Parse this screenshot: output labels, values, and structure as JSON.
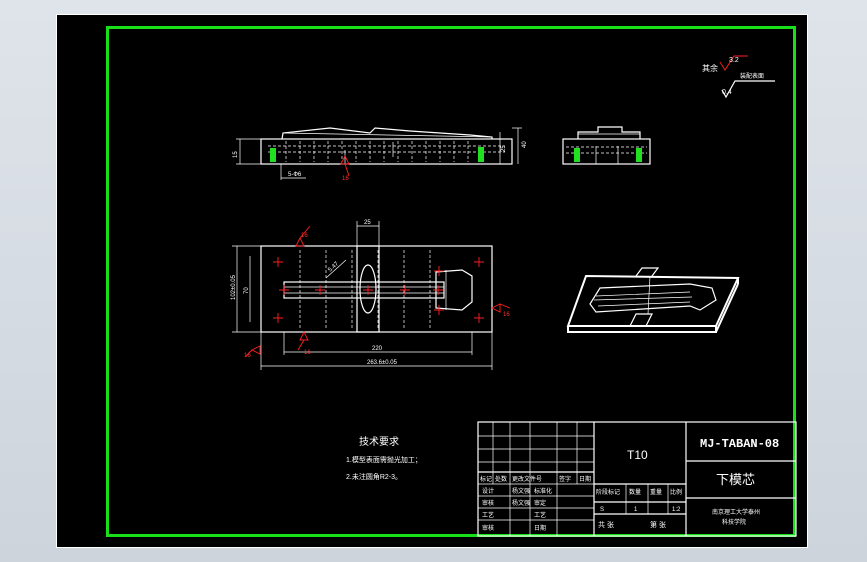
{
  "roughness": {
    "general_label": "其余",
    "general_value": "3.2",
    "fit_label": "装配表面",
    "fit_value": "0.4"
  },
  "dimensions": {
    "front_height_left": "15",
    "front_height_right": "40",
    "front_height_mid": "25",
    "front_detail": "5-Ф6",
    "top_slot_width": "25",
    "top_height_a": "70",
    "top_height_b": "102±0.05",
    "top_angle": "5.47",
    "inner_length": "220",
    "overall_length": "263.6±0.05"
  },
  "roughness_marks": [
    "16",
    "16",
    "16",
    "16",
    "16"
  ],
  "technical_requirements": {
    "title": "技术要求",
    "items": [
      "1.模型表面需抛光加工；",
      "2.未注圆角R2-3。"
    ]
  },
  "title_block": {
    "material": "T10",
    "drawing_number": "MJ-TABAN-08",
    "part_name": "下模芯",
    "revision_headers": [
      "标记",
      "处数",
      "更改文件号",
      "签字",
      "日期"
    ],
    "signature_rows": [
      [
        "设计",
        "杨文强",
        "标准化"
      ],
      [
        "审核",
        "杨文强",
        "审定"
      ],
      [
        "工艺",
        "",
        "工艺"
      ],
      [
        "审核",
        "",
        "日期"
      ]
    ],
    "stage_label": "阶段标记",
    "quantity_label": "数量",
    "weight_label": "重量",
    "scale_label": "比例",
    "quantity_value": "1",
    "scale_value": "1:2",
    "stage_value": "S",
    "sheet_total_label": "共  张",
    "sheet_label": "第  张",
    "school": "南京理工大学泰州",
    "school_sub": "科技学院"
  }
}
